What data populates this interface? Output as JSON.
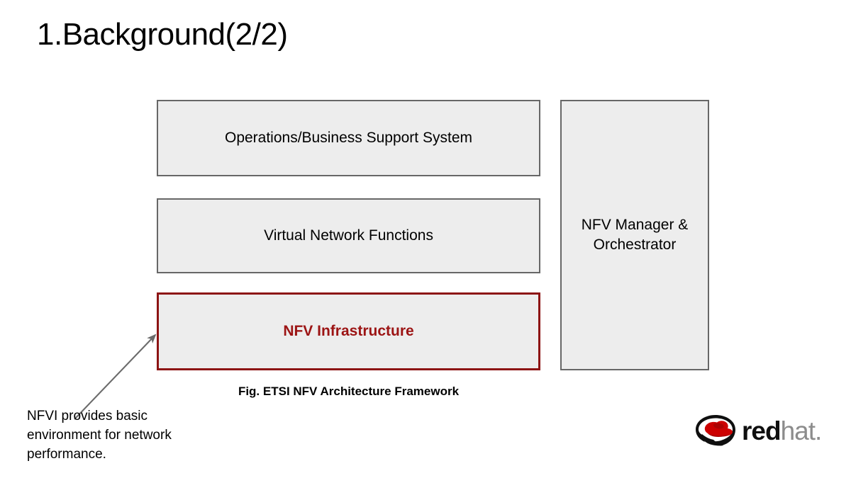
{
  "slide": {
    "title": "1.Background(2/2)",
    "background_color": "#ffffff"
  },
  "diagram": {
    "caption": "Fig. ETSI NFV Architecture Framework",
    "box_fill_color": "#ededed",
    "box_border_color": "#676767",
    "highlight_color": "#9c1414",
    "boxes": [
      {
        "id": "oss",
        "label": "Operations/Business Support System",
        "highlighted": false
      },
      {
        "id": "vnf",
        "label": "Virtual Network Functions",
        "highlighted": false
      },
      {
        "id": "nfvi",
        "label": "NFV Infrastructure",
        "highlighted": true
      },
      {
        "id": "mano",
        "label_line1": "NFV Manager &",
        "label_line2": "Orchestrator",
        "highlighted": false
      }
    ]
  },
  "annotation": {
    "line1": "NFVI provides basic",
    "line2": "environment for network",
    "line3": "performance.",
    "arrow_color": "#6b6b6b",
    "arrow_name": "callout-arrow"
  },
  "logo": {
    "icon_name": "redhat-shadowman-icon",
    "word_red": "red",
    "word_hat": "hat",
    "word_dot": ".",
    "hat_color": "#cc0000",
    "head_color": "#0f0f0f"
  }
}
